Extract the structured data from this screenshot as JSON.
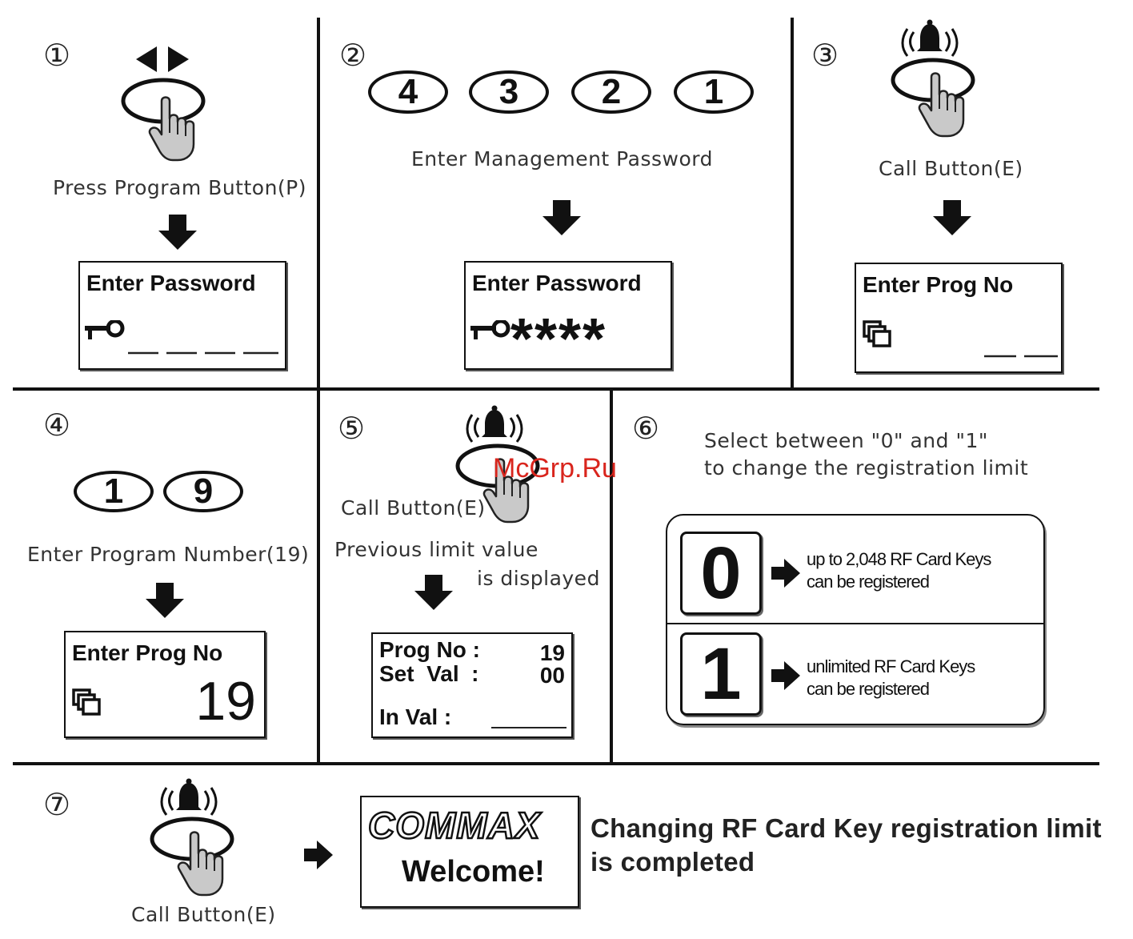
{
  "steps": {
    "s1": {
      "num": "①",
      "caption": "Press Program Button(P)",
      "lcd_title": "Enter Password"
    },
    "s2": {
      "num": "②",
      "keys": [
        "4",
        "3",
        "2",
        "1"
      ],
      "caption": "Enter Management Password",
      "lcd_title": "Enter Password",
      "lcd_value": "****"
    },
    "s3": {
      "num": "③",
      "caption": "Call Button(E)",
      "lcd_title": "Enter Prog  No"
    },
    "s4": {
      "num": "④",
      "keys": [
        "1",
        "9"
      ],
      "caption": "Enter Program Number(19)",
      "lcd_title": "Enter Prog  No",
      "lcd_value": "19"
    },
    "s5": {
      "num": "⑤",
      "caption": "Call Button(E)",
      "note1": "Previous  limit  value",
      "note2": "is  displayed",
      "lcd_rows": {
        "r1_label": "Prog No :",
        "r1_value": "19",
        "r2_label": "Set  Val  :",
        "r2_value": "00",
        "r3_label": "In Val :"
      }
    },
    "s6": {
      "num": "⑥",
      "instr1": "Select between \"0\" and \"1\"",
      "instr2": "to change the registration limit",
      "options": [
        {
          "key": "0",
          "line1": "up to 2,048 RF Card Keys",
          "line2": "can be registered"
        },
        {
          "key": "1",
          "line1": "unlimited RF Card Keys",
          "line2": "can be registered"
        }
      ]
    },
    "s7": {
      "num": "⑦",
      "caption": "Call Button(E)",
      "logo": "COMMAX",
      "welcome": "Welcome!",
      "result1": "Changing RF Card Key registration  limit",
      "result2": "is completed"
    }
  },
  "watermark": "McGrp.Ru",
  "icons": [
    "left-right-arrows-icon",
    "finger-press-icon",
    "bell-ring-icon",
    "down-arrow-icon",
    "right-arrow-icon",
    "key-icon",
    "cards-icon"
  ]
}
